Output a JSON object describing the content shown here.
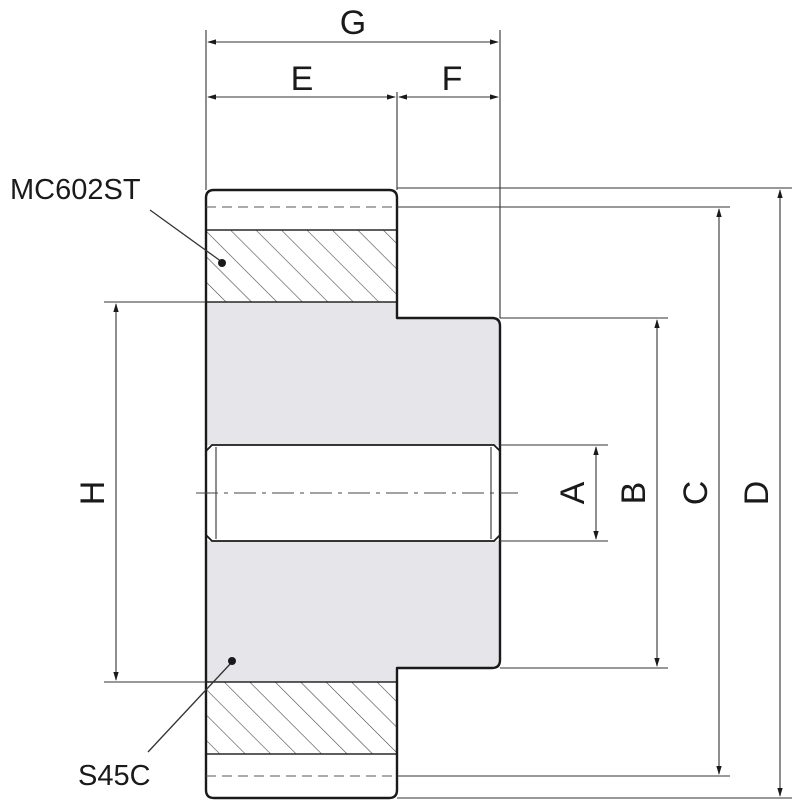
{
  "labels": {
    "G": "G",
    "E": "E",
    "F": "F",
    "H": "H",
    "A": "A",
    "B": "B",
    "C": "C",
    "D": "D"
  },
  "materials": {
    "gear": "MC602ST",
    "hub": "S45C"
  },
  "colors": {
    "line": "#1a1a1a",
    "hub_fill": "#e6e6ea",
    "hatch": "#4a4a4a"
  }
}
